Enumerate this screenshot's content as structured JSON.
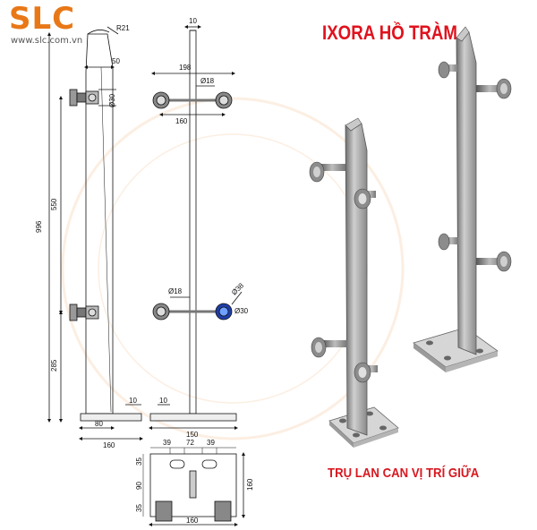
{
  "brand": {
    "logo_text": "SLC",
    "website": "www.slc.com.vn",
    "colors": {
      "logo": "#e87817",
      "title": "#e0121d",
      "caption": "#d81820",
      "metal": "#9e9e9e",
      "accent_blue": "#1e3ea8"
    }
  },
  "title": "IXORA HỒ TRÀM",
  "caption": "TRỤ LAN CAN VỊ TRÍ GIỮA",
  "dimensions": {
    "side_view": {
      "top_radius": "R21",
      "top_width": "50",
      "total_height": "996",
      "upper_spacing": "550",
      "lower_height": "285",
      "hole_dia_upper": "Ø30",
      "base_offset": "80",
      "base_width": "160",
      "base_thickness": "10"
    },
    "front_view": {
      "post_width": "10",
      "clamp_span": "198",
      "clamp_inner": "160",
      "pin_dia_upper": "Ø18",
      "pin_dia_lower": "Ø18",
      "disc_dia": "Ø38",
      "disc_dia_lower": "Ø30",
      "base_thickness": "10",
      "base_width": "150"
    },
    "base_plate": {
      "hole_edge_left": "39",
      "hole_spacing": "72",
      "hole_edge_right": "39",
      "edge_top": "35",
      "mid_height": "90",
      "edge_bottom": "35",
      "plate_depth": "160",
      "plate_width": "160"
    }
  },
  "icons": {
    "logo": "slc-logo-icon",
    "posts_render": "railing-post-3d-icon"
  }
}
